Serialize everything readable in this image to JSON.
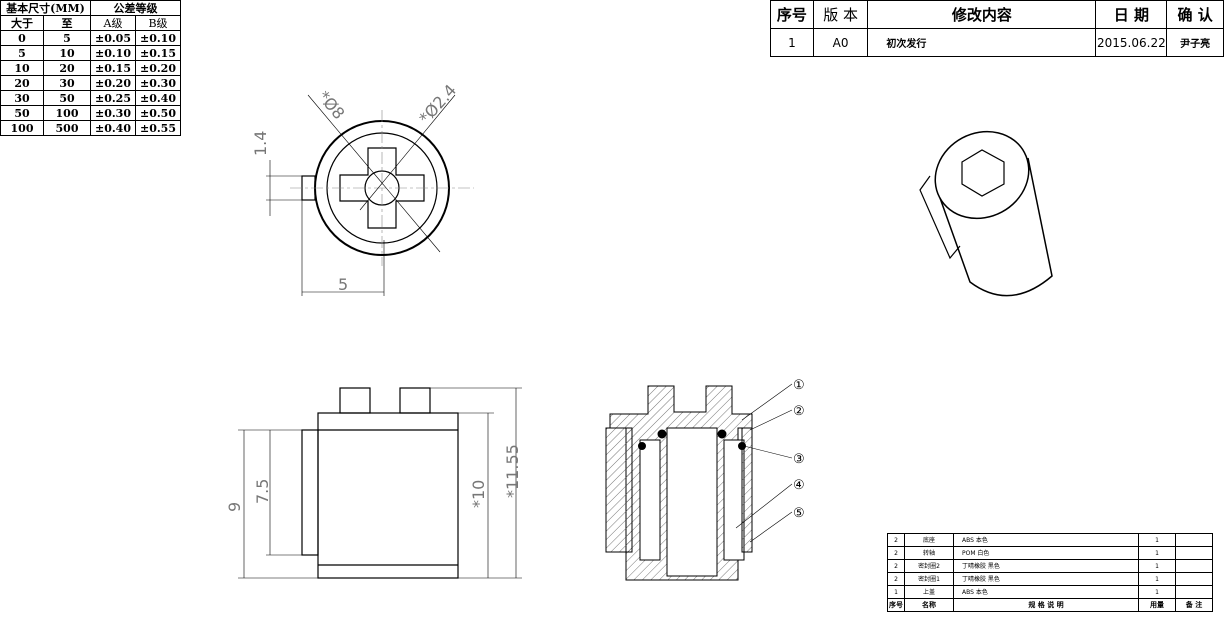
{
  "tolerance_table": {
    "header_size": "基本尺寸(MM)",
    "header_grade": "公差等级",
    "col_from": "大于",
    "col_to": "至",
    "col_a": "A级",
    "col_b": "B级",
    "rows": [
      {
        "from": "0",
        "to": "5",
        "a": "±0.05",
        "b": "±0.10"
      },
      {
        "from": "5",
        "to": "10",
        "a": "±0.10",
        "b": "±0.15"
      },
      {
        "from": "10",
        "to": "20",
        "a": "±0.15",
        "b": "±0.20"
      },
      {
        "from": "20",
        "to": "30",
        "a": "±0.20",
        "b": "±0.30"
      },
      {
        "from": "30",
        "to": "50",
        "a": "±0.25",
        "b": "±0.40"
      },
      {
        "from": "50",
        "to": "100",
        "a": "±0.30",
        "b": "±0.50"
      },
      {
        "from": "100",
        "to": "500",
        "a": "±0.40",
        "b": "±0.55"
      }
    ]
  },
  "revision_table": {
    "headers": {
      "no": "序号",
      "version": "版 本",
      "content": "修改内容",
      "date": "日 期",
      "confirm": "确 认"
    },
    "rows": [
      {
        "no": "1",
        "version": "A0",
        "content": "初次发行",
        "date": "2015.06.22",
        "confirm": "尹子亮"
      }
    ]
  },
  "dimensions": {
    "d_outer": "*Ø8",
    "d_inner": "*Ø2.4",
    "h_slot": "1.4",
    "w_pin": "5",
    "h_body": "9",
    "h_shoulder": "7.5",
    "h_inner": "*10",
    "h_total": "*11.55"
  },
  "callouts": [
    "①",
    "②",
    "③",
    "④",
    "⑤"
  ],
  "bom": {
    "rows": [
      {
        "no": "2",
        "name": "底座",
        "spec": "ABS 本色",
        "qty": "1",
        "note": ""
      },
      {
        "no": "2",
        "name": "转轴",
        "spec": "POM 白色",
        "qty": "1",
        "note": ""
      },
      {
        "no": "2",
        "name": "密封圈2",
        "spec": "丁晴橡胶 黑色",
        "qty": "1",
        "note": ""
      },
      {
        "no": "2",
        "name": "密封圈1",
        "spec": "丁晴橡胶 黑色",
        "qty": "1",
        "note": ""
      },
      {
        "no": "1",
        "name": "上盖",
        "spec": "ABS 本色",
        "qty": "1",
        "note": ""
      }
    ],
    "headers": {
      "no": "序号",
      "name": "名称",
      "spec": "规 格 说 明",
      "qty": "用量",
      "note": "备 注"
    }
  }
}
